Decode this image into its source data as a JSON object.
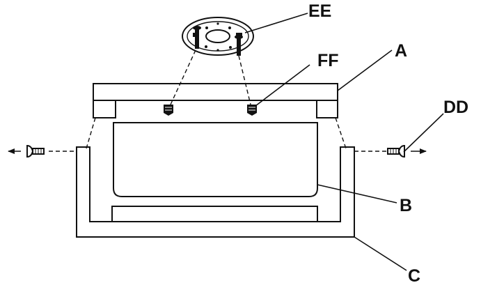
{
  "labels": {
    "ee": "EE",
    "ff": "FF",
    "a": "A",
    "dd": "DD",
    "b": "B",
    "c": "C"
  }
}
